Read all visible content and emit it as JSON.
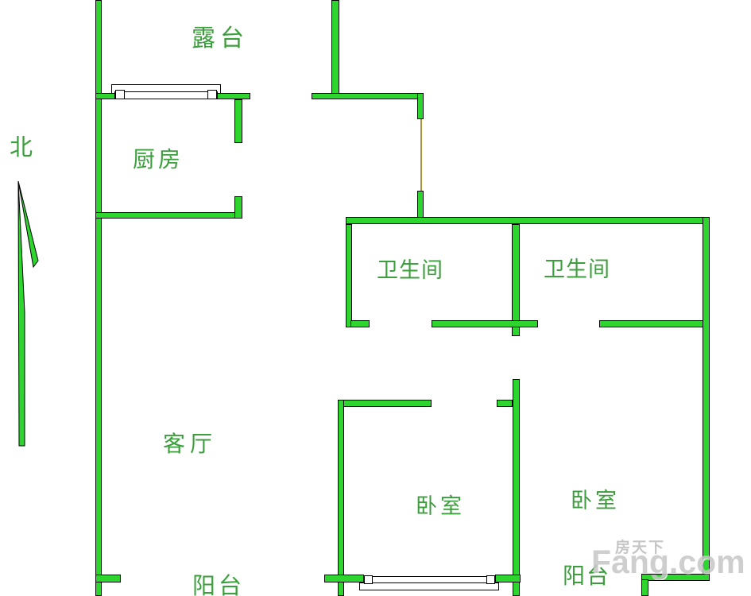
{
  "colors": {
    "wall_fill": "#2ED52E",
    "wall_outline": "#000000",
    "label_green": "#3C9E3C",
    "door_line": "#AD9335",
    "watermark_gray": "#C6C6C6"
  },
  "compass": {
    "label": "北"
  },
  "rooms": {
    "terrace": {
      "label": "露台"
    },
    "kitchen": {
      "label": "厨房"
    },
    "bathroom_left": {
      "label": "卫生间"
    },
    "bathroom_right": {
      "label": "卫生间"
    },
    "living_room": {
      "label": "客厅"
    },
    "bedroom_left": {
      "label": "卧室"
    },
    "bedroom_right": {
      "label": "卧室"
    },
    "balcony_left": {
      "label": "阳台"
    },
    "balcony_right": {
      "label": "阳台"
    }
  },
  "watermark": {
    "brand_cn": "房天下",
    "brand_en": "Fang.com"
  }
}
